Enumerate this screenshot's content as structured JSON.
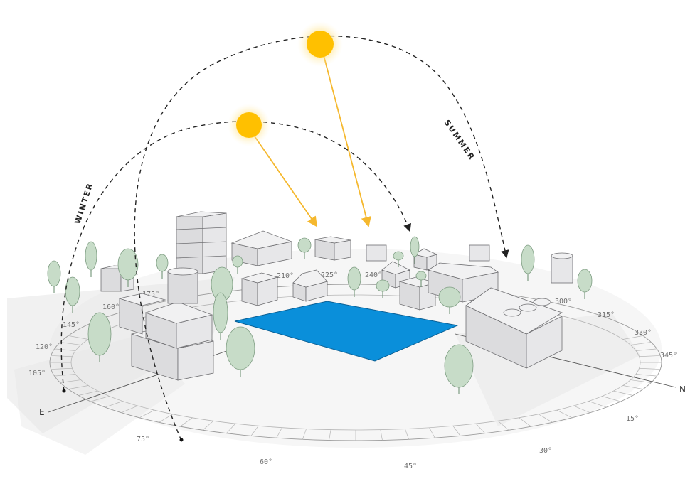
{
  "season_labels": {
    "winter": "WINTER",
    "summer": "SUMMER"
  },
  "directions": {
    "east": "E",
    "north": "N"
  },
  "degree_labels": [
    "345°",
    "330°",
    "315°",
    "300°",
    "240°",
    "225°",
    "210°",
    "175°",
    "160°",
    "145°",
    "120°",
    "105°",
    "75°",
    "60°",
    "45°",
    "30°",
    "15°"
  ],
  "colors": {
    "sun": "#FFC000",
    "sun_glow": "#FFE38A",
    "solar_ray": "#F5B82E",
    "site_panel": "#0A8FDA",
    "path": "#222222",
    "ground": "#F3F3F3",
    "tree": "#C7DCC8"
  },
  "icons": {
    "sun_summer": "sun-icon",
    "sun_winter": "sun-icon"
  }
}
